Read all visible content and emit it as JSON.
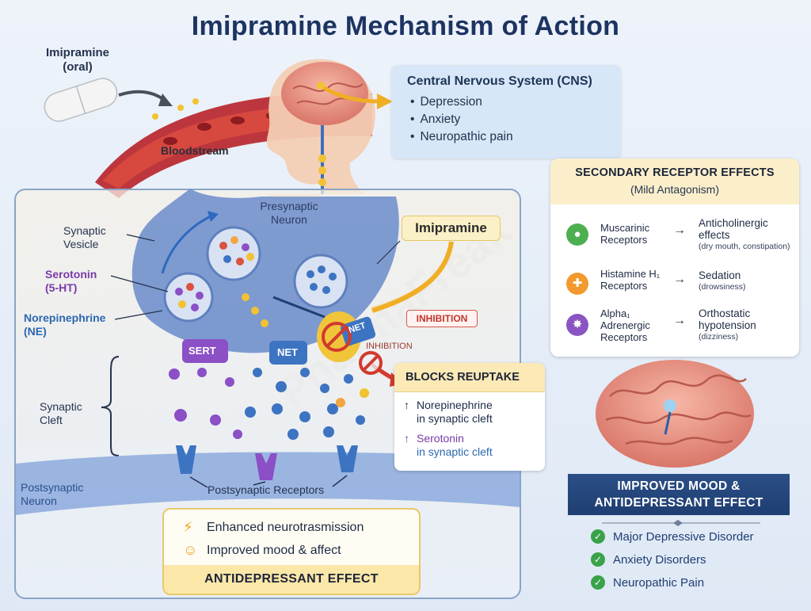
{
  "title": "Imipramine Mechanism of Action",
  "pill_label": "Imipramine (oral)",
  "bloodstream_label": "Bloodstream",
  "cns": {
    "title": "Central Nervous System (CNS)",
    "items": [
      "Depression",
      "Anxiety",
      "Neuropathic pain"
    ]
  },
  "synapse": {
    "presynaptic_label": "Presynaptic Neuron",
    "vesicle_label": "Synaptic Vesicle",
    "serotonin_label": "Serotonin (5-HT)",
    "ne_label": "Norepinephrine (NE)",
    "cleft_label": "Synaptic Cleft",
    "postsynaptic_label": "Postsynaptic Neuron",
    "postsynaptic_receptors_label": "Postsynaptic Receptors",
    "sert_label": "SERT",
    "net_label": "NET",
    "net_label_2": "NET",
    "imipramine_tag": "Imipramine",
    "inhibition_tag": "INHIBITION",
    "inhibition_tag_2": "INHIBITION"
  },
  "blocks": {
    "title": "BLOCKS REUPTAKE",
    "ne_arrow": "↑",
    "ne_name": "Norepinephrine",
    "ne_sub": "in synaptic cleft",
    "ser_arrow": "↑",
    "ser_name": "Serotonin",
    "ser_sub": "in synaptic cleft"
  },
  "effect": {
    "item1_icon": "⚡",
    "item1": "Enhanced neurotrasmission",
    "item2_icon": "☺",
    "item2": "Improved mood & affect",
    "banner": "ANTIDEPRESSANT EFFECT"
  },
  "secondary": {
    "title": "SECONDARY RECEPTOR EFFECTS",
    "subtitle": "(Mild Antagonism)",
    "rows": [
      {
        "receptor": "Muscarinic Receptors",
        "effect": "Anticholinergic effects",
        "note": "(dry mouth, constipation)",
        "color": "#4caf50"
      },
      {
        "receptor": "Histamine H₁ Receptors",
        "effect": "Sedation",
        "note": "(drowsiness)",
        "color": "#f29a2e"
      },
      {
        "receptor": "Alpha₁ Adrenergic Receptors",
        "effect": "Orthostatic hypotension",
        "note": "(dizziness)",
        "color": "#8a55c2"
      }
    ]
  },
  "mood": {
    "banner_line1": "IMPROVED MOOD &",
    "banner_line2": "ANTIDEPRESSANT EFFECT",
    "items": [
      "Major Depressive Disorder",
      "Anxiety Disorders",
      "Neuropathic Pain"
    ]
  },
  "watermark": "PharmaFreak",
  "colors": {
    "title": "#1d3461",
    "blood": "#b8262c",
    "neuron": "#4f72b8",
    "serotonin": "#7a3aa8",
    "norepinephrine": "#2b68b0",
    "inhibition": "#d23a2e",
    "gold": "#e8c86a"
  }
}
